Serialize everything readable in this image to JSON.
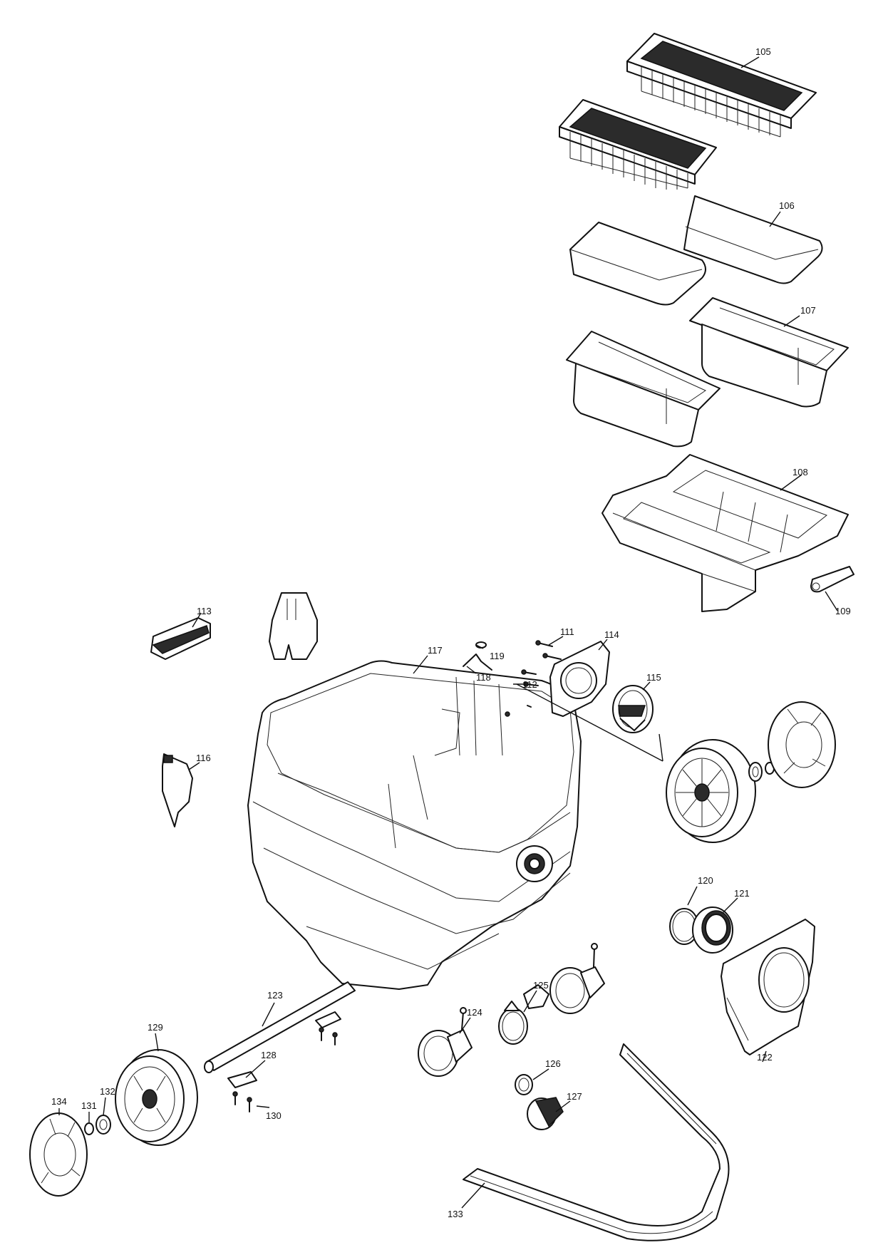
{
  "parts": [
    {
      "id": "p105",
      "label": "105"
    },
    {
      "id": "p106",
      "label": "106"
    },
    {
      "id": "p107",
      "label": "107"
    },
    {
      "id": "p108",
      "label": "108"
    },
    {
      "id": "p109",
      "label": "109"
    },
    {
      "id": "p111",
      "label": "111"
    },
    {
      "id": "p112",
      "label": "112"
    },
    {
      "id": "p113",
      "label": "113"
    },
    {
      "id": "p114",
      "label": "114"
    },
    {
      "id": "p115",
      "label": "115"
    },
    {
      "id": "p116",
      "label": "116"
    },
    {
      "id": "p117",
      "label": "117"
    },
    {
      "id": "p118",
      "label": "118"
    },
    {
      "id": "p119",
      "label": "119"
    },
    {
      "id": "p120",
      "label": "120"
    },
    {
      "id": "p121",
      "label": "121"
    },
    {
      "id": "p122",
      "label": "122"
    },
    {
      "id": "p123",
      "label": "123"
    },
    {
      "id": "p124",
      "label": "124"
    },
    {
      "id": "p125",
      "label": "125"
    },
    {
      "id": "p126",
      "label": "126"
    },
    {
      "id": "p127",
      "label": "127"
    },
    {
      "id": "p128",
      "label": "128"
    },
    {
      "id": "p129",
      "label": "129"
    },
    {
      "id": "p130",
      "label": "130"
    },
    {
      "id": "p131",
      "label": "131"
    },
    {
      "id": "p132",
      "label": "132"
    },
    {
      "id": "p133",
      "label": "133"
    },
    {
      "id": "p134",
      "label": "134"
    }
  ]
}
